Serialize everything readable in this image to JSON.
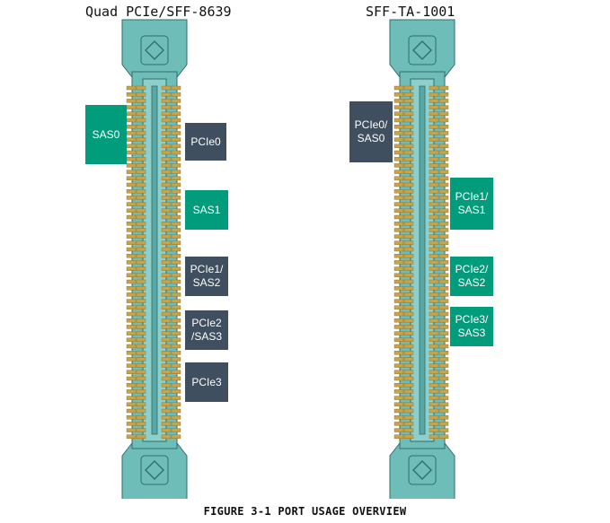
{
  "colors": {
    "connector_fill": "#6fbdb9",
    "connector_stroke": "#2f6f6d",
    "pin_gold": "#c9a348",
    "green_label": "#009c7b",
    "slate_label": "#3f4f5f"
  },
  "connectors": {
    "left": {
      "title": "Quad PCIe/SFF-8639"
    },
    "right": {
      "title": "SFF-TA-1001"
    }
  },
  "labels": {
    "left_sas0": "SAS0",
    "left_pcie0": "PCIe0",
    "left_sas1": "SAS1",
    "left_pcie1_sas2": "PCIe1/\nSAS2",
    "left_pcie2_sas3": "PCIe2\n/SAS3",
    "left_pcie3": "PCIe3",
    "right_pcie0_sas0": "PCIe0/\nSAS0",
    "right_pcie1_sas1": "PCIe1/\nSAS1",
    "right_pcie2_sas2": "PCIe2/\nSAS2",
    "right_pcie3_sas3": "PCIe3/\nSAS3"
  },
  "caption": "FIGURE 3-1 PORT USAGE OVERVIEW"
}
